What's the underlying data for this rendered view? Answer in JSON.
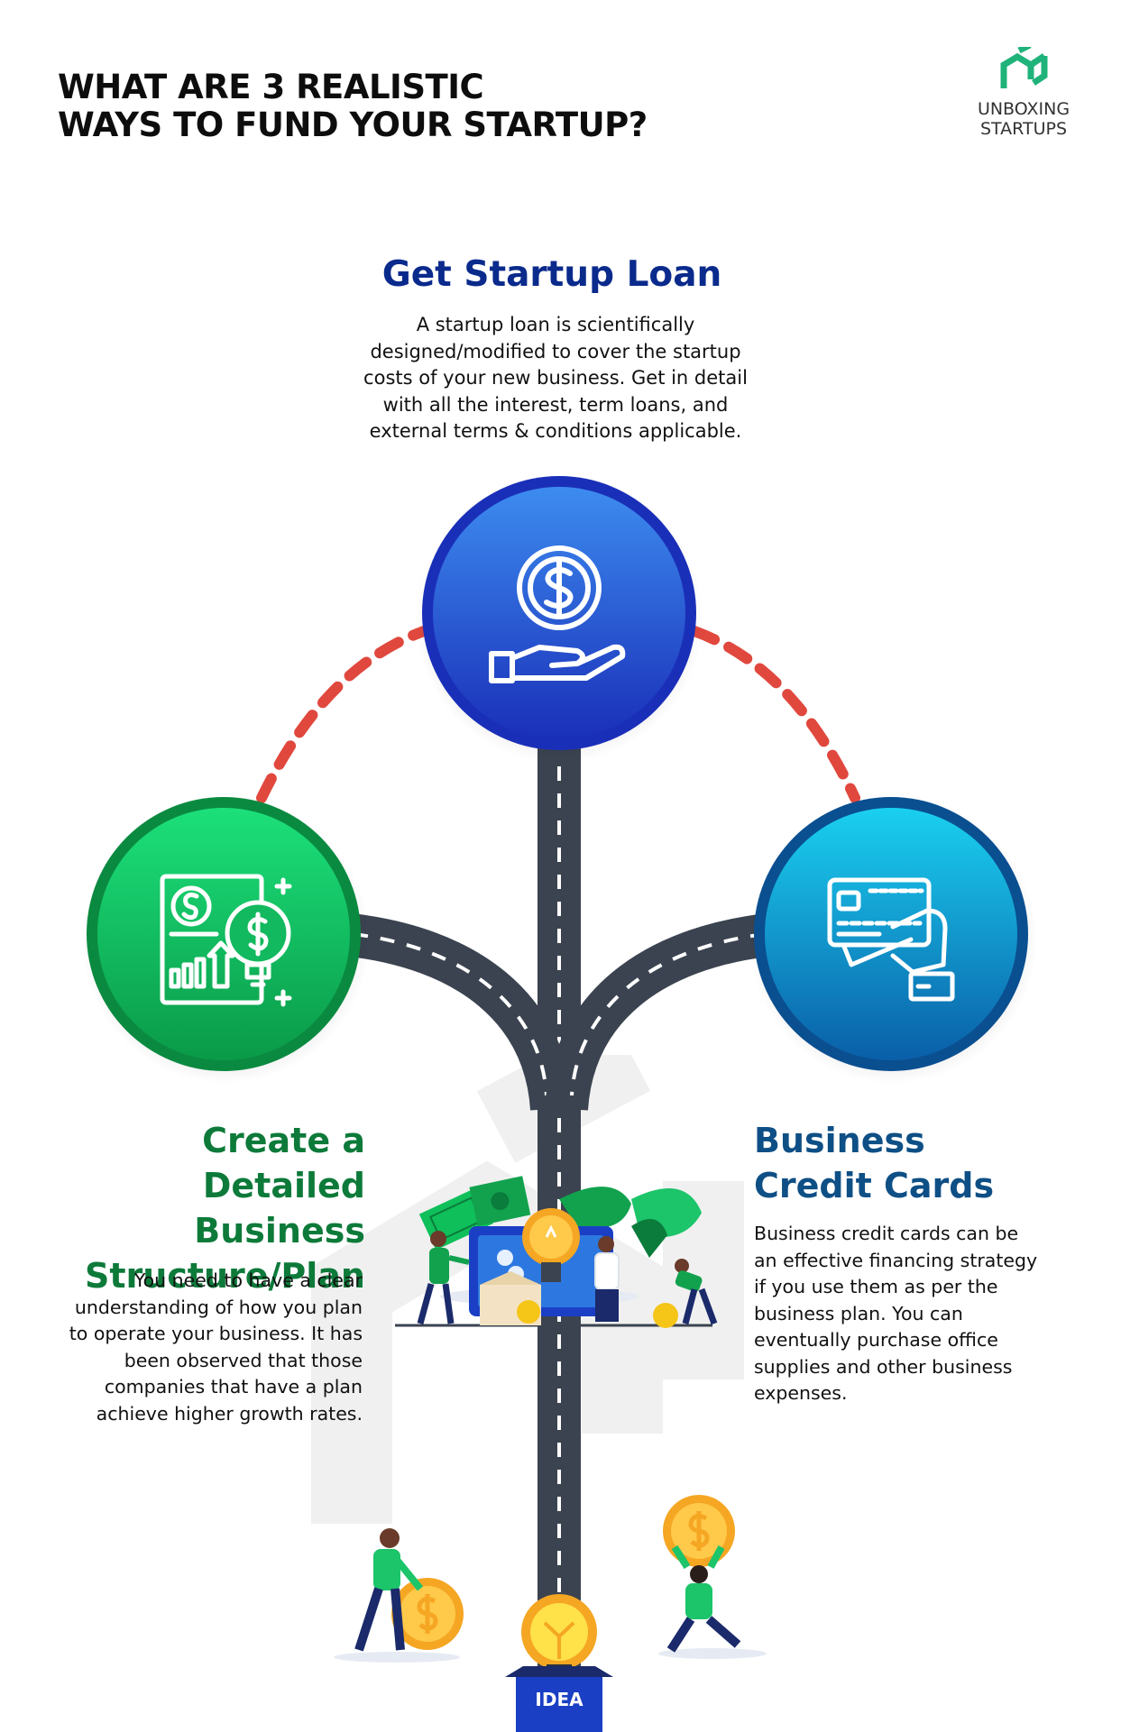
{
  "header": {
    "title_line1": "WHAT ARE 3 REALISTIC",
    "title_line2": "WAYS TO FUND YOUR STARTUP?"
  },
  "brand": {
    "logo_icon": "unboxing-startups-logo-icon",
    "line1": "UNBOXING",
    "line2": "STARTUPS",
    "color": "#1fb37a"
  },
  "loan": {
    "title": "Get Startup Loan",
    "body_lines": [
      "A startup loan is scientifically",
      "designed/modified to cover the startup",
      "costs of your new business. Get in detail",
      "with all the interest, term loans, and",
      "external terms & conditions applicable."
    ],
    "icon": "hand-dollar-coin-icon",
    "color": "#1f4fd8"
  },
  "plan": {
    "title_lines": [
      "Create a",
      "Detailed Business",
      "Structure/Plan"
    ],
    "body_lines": [
      "You need to have a clear",
      "understanding of how you plan",
      "to operate your business. It has",
      "been observed that those",
      "companies that have a plan",
      "achieve higher growth rates."
    ],
    "icon": "business-plan-growth-icon",
    "color": "#0fb85a"
  },
  "cards": {
    "title_lines": [
      "Business",
      "Credit Cards"
    ],
    "body_lines": [
      "Business credit cards can be",
      "an effective financing strategy",
      "if you use them as per the",
      "business plan. You can",
      "eventually purchase office",
      "supplies and other business",
      "expenses."
    ],
    "icon": "hand-credit-card-icon",
    "color": "#0e7fb8"
  },
  "bottom": {
    "label": "IDEA",
    "icon": "lightbulb-idea-icon"
  },
  "colors": {
    "road": "#3b4350",
    "dash": "#e0483e",
    "accent_gold": "#f5c518"
  }
}
